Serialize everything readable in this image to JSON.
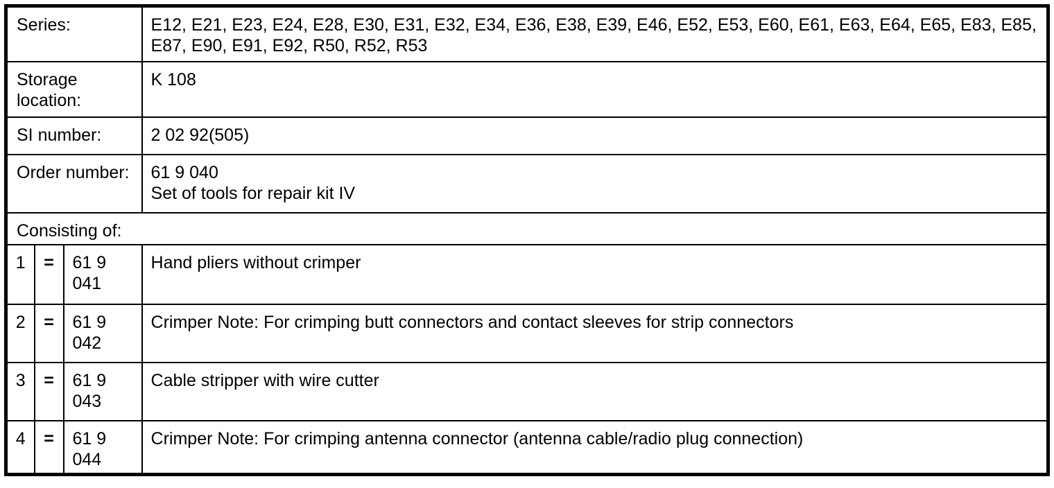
{
  "page": {
    "background_color": "#ffffff",
    "border_color": "#000000",
    "text_color": "#000000"
  },
  "table": {
    "info_rows": [
      {
        "label": "Series:",
        "value": "E12, E21, E23, E24, E28, E30, E31, E32, E34, E36, E38, E39, E46, E52, E53, E60, E61, E63, E64, E65, E83, E85,\nE87, E90, E91, E92, R50, R52, R53"
      },
      {
        "label": "Storage\nlocation:",
        "value": "K 108"
      },
      {
        "label": "SI number:",
        "value": "2 02 92(505)"
      },
      {
        "label": "Order number:",
        "value": "61 9 040\nSet of tools for repair kit IV"
      }
    ],
    "section_header": "Consisting of:",
    "items": [
      {
        "number": "1",
        "equals": "=",
        "part_number": "61 9\n041",
        "description": "Hand pliers without crimper"
      },
      {
        "number": "2",
        "equals": "=",
        "part_number": "61 9\n042",
        "description": "Crimper Note: For crimping butt connectors and contact sleeves for strip connectors"
      },
      {
        "number": "3",
        "equals": "=",
        "part_number": "61 9\n043",
        "description": "Cable stripper with wire cutter"
      },
      {
        "number": "4",
        "equals": "=",
        "part_number": "61 9\n044",
        "description": "Crimper Note: For crimping antenna connector (antenna cable/radio plug connection)"
      }
    ]
  }
}
